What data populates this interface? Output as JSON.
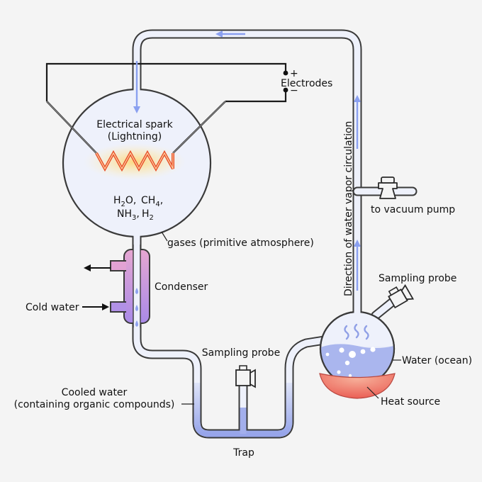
{
  "labels": {
    "electrodes": "Electrodes",
    "plus": "+",
    "minus": "−",
    "spark_line1": "Electrical spark",
    "spark_line2": "(Lightning)",
    "gases": "gases (primitive atmosphere)",
    "condenser": "Condenser",
    "cold_water": "Cold water",
    "cooled_line1": "Cooled water",
    "cooled_line2": "(containing organic compounds)",
    "sampling_probe_trap": "Sampling probe",
    "trap": "Trap",
    "to_vacuum_pump": "to vacuum pump",
    "direction": "Direction of water vapor circulation",
    "sampling_probe_flask": "Sampling probe",
    "water_ocean": "Water (ocean)",
    "heat_source": "Heat source"
  },
  "chemicals": {
    "h2o": [
      "H",
      "2",
      "O,"
    ],
    "ch4": [
      "CH",
      "4",
      ","
    ],
    "nh3": [
      "NH",
      "3",
      ","
    ],
    "h2": [
      "H",
      "2",
      ""
    ]
  },
  "colors": {
    "background": "#f4f4f4",
    "glass_fill": "#eef1fb",
    "water_blue": "#a9b5ef",
    "condenser_pink": "#dfa0d4",
    "condenser_purple": "#b48ce6",
    "heat_source": "#ef6f5f",
    "spark": "#e8502a",
    "flow_arrow": "#8aa0f0"
  },
  "icons": [
    "stopcock-valve-icon",
    "spark-zigzag-icon",
    "vapor-wave-icon",
    "water-drop-icon",
    "flow-arrow-icon"
  ]
}
